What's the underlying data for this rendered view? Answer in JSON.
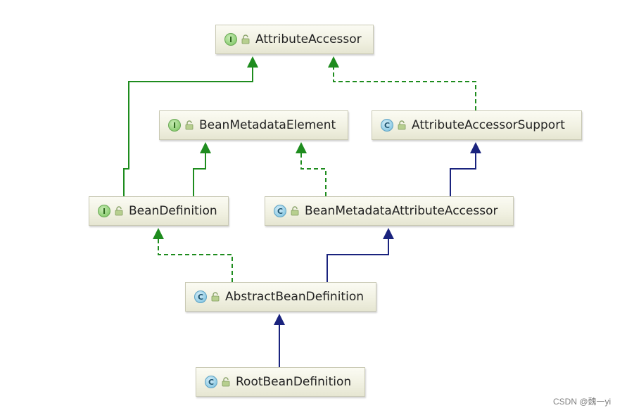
{
  "nodes": [
    {
      "id": "attribute-accessor",
      "kind": "interface",
      "badge": "I",
      "label": "AttributeAccessor"
    },
    {
      "id": "bean-metadata-element",
      "kind": "interface",
      "badge": "I",
      "label": "BeanMetadataElement"
    },
    {
      "id": "attribute-accessor-support",
      "kind": "class",
      "badge": "C",
      "label": "AttributeAccessorSupport"
    },
    {
      "id": "bean-definition",
      "kind": "interface",
      "badge": "I",
      "label": "BeanDefinition"
    },
    {
      "id": "bean-metadata-attribute-accessor",
      "kind": "class",
      "badge": "C",
      "label": "BeanMetadataAttributeAccessor"
    },
    {
      "id": "abstract-bean-definition",
      "kind": "class",
      "badge": "C",
      "label": "AbstractBeanDefinition"
    },
    {
      "id": "root-bean-definition",
      "kind": "class",
      "badge": "C",
      "label": "RootBeanDefinition"
    }
  ],
  "edges": [
    {
      "from": "bean-definition",
      "to": "attribute-accessor",
      "relation": "extends-interface",
      "color": "#1e8c1e"
    },
    {
      "from": "bean-definition",
      "to": "bean-metadata-element",
      "relation": "extends-interface",
      "color": "#1e8c1e"
    },
    {
      "from": "attribute-accessor-support",
      "to": "attribute-accessor",
      "relation": "implements",
      "color": "#1e8c1e"
    },
    {
      "from": "bean-metadata-attribute-accessor",
      "to": "bean-metadata-element",
      "relation": "implements",
      "color": "#1e8c1e"
    },
    {
      "from": "bean-metadata-attribute-accessor",
      "to": "attribute-accessor-support",
      "relation": "extends-class",
      "color": "#1a237e"
    },
    {
      "from": "abstract-bean-definition",
      "to": "bean-definition",
      "relation": "implements",
      "color": "#1e8c1e"
    },
    {
      "from": "abstract-bean-definition",
      "to": "bean-metadata-attribute-accessor",
      "relation": "extends-class",
      "color": "#1a237e"
    },
    {
      "from": "root-bean-definition",
      "to": "abstract-bean-definition",
      "relation": "extends-class",
      "color": "#1a237e"
    }
  ],
  "icons": {
    "interface_badge": "interface-badge-icon",
    "class_badge": "class-badge-icon",
    "visibility": "unlocked-icon"
  },
  "watermark": "CSDN @魏一yi"
}
